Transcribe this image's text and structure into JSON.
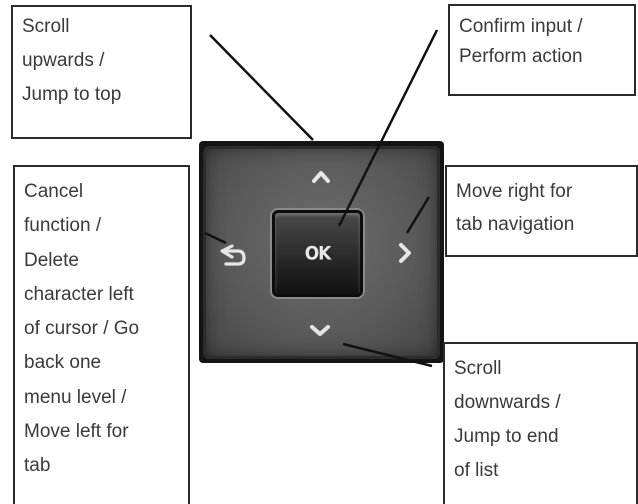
{
  "callouts": {
    "up": {
      "lines": [
        "Scroll",
        "upwards /",
        "Jump to top"
      ]
    },
    "ok": {
      "lines": [
        "Confirm input /",
        "Perform action"
      ]
    },
    "right": {
      "lines": [
        "Move right for",
        "tab navigation"
      ]
    },
    "cancel": {
      "lines": [
        "Cancel",
        "function /",
        "Delete",
        "character left",
        "of cursor / Go",
        "back one",
        "menu level /",
        "Move left for",
        "tab"
      ]
    },
    "down": {
      "lines": [
        "Scroll",
        "downwards /",
        "Jump to end",
        "of list"
      ]
    }
  },
  "keypad": {
    "ok_label": "OK",
    "up_icon": "chevron-up-icon",
    "down_icon": "chevron-down-icon",
    "right_icon": "chevron-right-icon",
    "back_icon": "back-arrow-icon"
  }
}
